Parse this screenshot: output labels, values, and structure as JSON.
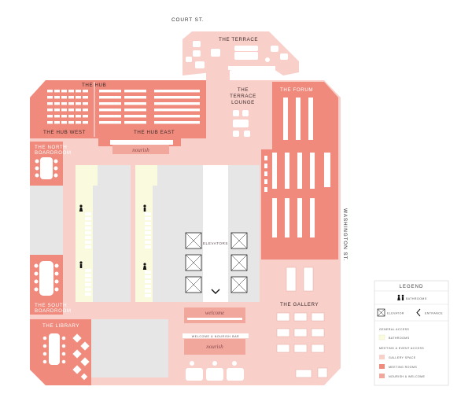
{
  "streets": {
    "north": "COURT ST.",
    "east": "WASHINGTON ST."
  },
  "rooms": {
    "terrace": "THE TERRACE",
    "hub": "THE HUB",
    "hub_west": "THE HUB WEST",
    "hub_east": "THE HUB EAST",
    "terrace_lounge_1": "THE",
    "terrace_lounge_2": "TERRACE",
    "terrace_lounge_3": "LOUNGE",
    "forum": "THE FORUM",
    "north_boardroom_1": "THE NORTH",
    "north_boardroom_2": "BOARDROOM",
    "south_boardroom_1": "THE SOUTH",
    "south_boardroom_2": "BOARDROOM",
    "library": "THE LIBRARY",
    "gallery": "THE GALLERY",
    "elevators": "ELEVATORS"
  },
  "stations": {
    "nourish_north": "nourish",
    "welcome": "welcome",
    "nourish_south": "nourish",
    "counter_label": "WELCOME & NOURISH BAR"
  },
  "legend": {
    "title": "LEGEND",
    "bathrooms": "BATHROOMS",
    "elevator": "ELEVATOR",
    "entrance": "ENTRANCE",
    "general_access": "GENERAL ACCESS",
    "bathrooms_area": "BATHROOMS",
    "meeting_access": "MEETING & EVENT ACCESS",
    "gallery_space": "GALLERY SPACE",
    "meeting_rooms": "MEETING ROOMS",
    "nourish_welcome": "NOURISH & WELCOME"
  },
  "colors": {
    "meeting_room": "#ef8a7c",
    "gallery_space": "#f8cfc9",
    "nourish_welcome": "#f2a79d",
    "bathroom": "#fafadf",
    "core": "#e6e6e6"
  }
}
